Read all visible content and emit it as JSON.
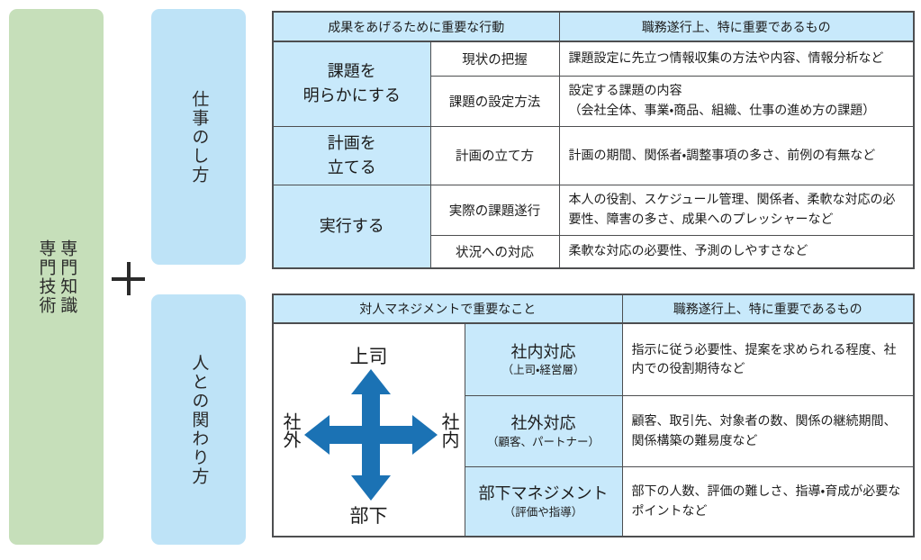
{
  "colors": {
    "expertise_green": "#c6dfba",
    "category_blue_bar": "#bee3f7",
    "table_cell_blue": "#c8e9fb",
    "arrow_blue": "#1b72b4",
    "table_border_gray": "#4d4e50"
  },
  "left_panel": {
    "expertise_bar": {
      "line1": "専門知識",
      "line2": "専門技術"
    },
    "plus_symbol": "+",
    "work_style_bar": "仕事のし方",
    "people_relation_bar": "人との関わり方"
  },
  "work_table": {
    "header": [
      "成果をあげるために重要な行動",
      "職務遂行上、特に重要であるもの"
    ],
    "groups": [
      {
        "category": "課題を\n明らかにする",
        "rows": [
          {
            "action": "現状の把握",
            "detail": "課題設定に先立つ情報収集の方法や内容、情報分析など"
          },
          {
            "action": "課題の設定方法",
            "detail": "設定する課題の内容\n（会社全体、事業・商品、組織、仕事の進め方の課題）"
          }
        ]
      },
      {
        "category": "計画を\n立てる",
        "rows": [
          {
            "action": "計画の立て方",
            "detail": "計画の期間、関係者・調整事項の多さ、前例の有無など"
          }
        ]
      },
      {
        "category": "実行する",
        "rows": [
          {
            "action": "実際の課題遂行",
            "detail": "本人の役割、スケジュール管理、関係者、柔軟な対応の必要性、障害の多さ、成果へのプレッシャーなど"
          },
          {
            "action": "状況への対応",
            "detail": "柔軟な対応の必要性、予測のしやすさなど"
          }
        ]
      }
    ]
  },
  "people_table": {
    "header": [
      "対人マネジメントで重要なこと",
      "職務遂行上、特に重要であるもの"
    ],
    "axis_labels": {
      "top": "上司",
      "bottom": "部下",
      "left": "社外",
      "right": "社内"
    },
    "rows": [
      {
        "target": "社内対応",
        "target_sub": "（上司・経営層）",
        "detail": "指示に従う必要性、提案を求められる程度、社内での役割期待など"
      },
      {
        "target": "社外対応",
        "target_sub": "（顧客、パートナー）",
        "detail": "顧客、取引先、対象者の数、関係の継続期間、関係構築の難易度など"
      },
      {
        "target": "部下マネジメント",
        "target_sub": "（評価や指導）",
        "detail": "部下の人数、評価の難しさ、指導・育成が必要なポイントなど"
      }
    ]
  }
}
